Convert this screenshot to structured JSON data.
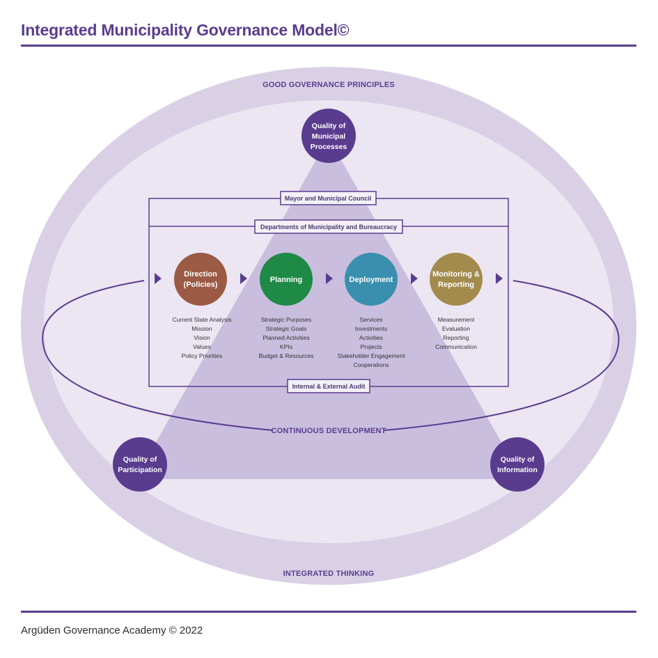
{
  "title": "Integrated Municipality Governance Model©",
  "footer": "Argüden Governance Academy © 2022",
  "colors": {
    "brand_purple": "#5a3c8e",
    "outer_ring": "#d9d0e6",
    "inner_area": "#ebe6f2",
    "triangle": "#c9bede",
    "direction": "#9b5a44",
    "planning": "#1f8a46",
    "deployment": "#3a8fae",
    "monitoring": "#a28b4d"
  },
  "outer_ring": {
    "top_label": "GOOD GOVERNANCE PRINCIPLES",
    "bottom_label": "INTEGRATED THINKING"
  },
  "quality_nodes": [
    {
      "lines": [
        "Quality of",
        "Municipal",
        "Processes"
      ]
    },
    {
      "lines": [
        "Quality of",
        "Participation"
      ]
    },
    {
      "lines": [
        "Quality of",
        "Information"
      ]
    }
  ],
  "boxes": {
    "mayor": "Mayor and Municipal Council",
    "departments": "Departments of Municipality and Bureaucracy",
    "audit": "Internal & External Audit"
  },
  "loop_label": "CONTINUOUS DEVELOPMENT",
  "stages": [
    {
      "name": "Direction",
      "lines": [
        "Direction",
        "(Policies)"
      ],
      "color_key": "direction",
      "items": [
        "Current State Analysis",
        "Mission",
        "Vision",
        "Values",
        "Policy Priorities"
      ]
    },
    {
      "name": "Planning",
      "lines": [
        "Planning"
      ],
      "color_key": "planning",
      "items": [
        "Strategic Purposes",
        "Strategic Goals",
        "Planned Activities",
        "KPIs",
        "Budget & Resources"
      ]
    },
    {
      "name": "Deployment",
      "lines": [
        "Deployment"
      ],
      "color_key": "deployment",
      "items": [
        "Services",
        "Investments",
        "Activities",
        "Projects",
        "Stakeholder Engagement",
        "Cooperations"
      ]
    },
    {
      "name": "Monitoring",
      "lines": [
        "Monitoring &",
        "Reporting"
      ],
      "color_key": "monitoring",
      "items": [
        "Measurement",
        "Evaluation",
        "Reporting",
        "Communication"
      ]
    }
  ]
}
